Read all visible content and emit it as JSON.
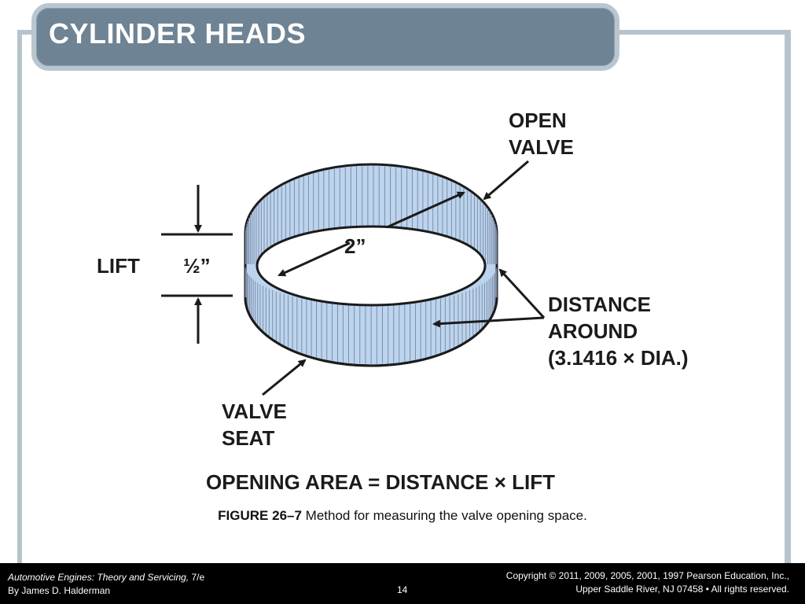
{
  "slide": {
    "title": "CYLINDER HEADS",
    "page_number": "14"
  },
  "diagram": {
    "labels": {
      "open_valve_1": "OPEN",
      "open_valve_2": "VALVE",
      "lift": "LIFT",
      "lift_value": "½”",
      "diameter": "2”",
      "distance_1": "DISTANCE",
      "distance_2": "AROUND",
      "distance_3": "(3.1416 × DIA.)",
      "valve_seat_1": "VALVE",
      "valve_seat_2": "SEAT",
      "formula": "OPENING AREA = DISTANCE × LIFT"
    },
    "colors": {
      "band_fill": "#bcd4ee",
      "band_stripe": "#7f8ea8",
      "ink": "#1b1b1b"
    }
  },
  "caption": {
    "figure_label": "FIGURE 26–7",
    "text": " Method for measuring the valve opening space."
  },
  "footer": {
    "book_title": "Automotive Engines: Theory and Servicing,",
    "edition": " 7/e",
    "author": "By James D. Halderman",
    "copyright_1": "Copyright © 2011, 2009, 2005, 2001, 1997 Pearson Education, Inc.,",
    "copyright_2": "Upper Saddle River, NJ 07458 • All rights reserved."
  }
}
